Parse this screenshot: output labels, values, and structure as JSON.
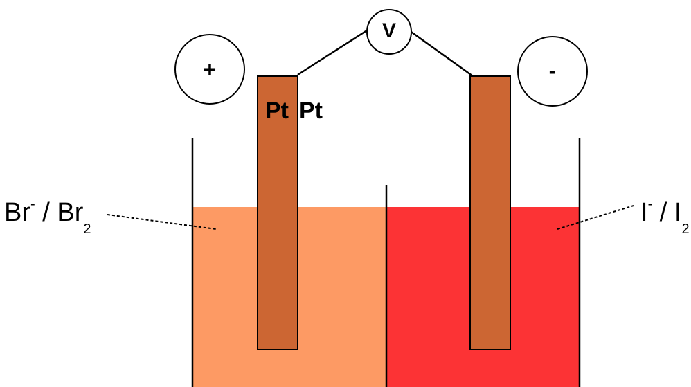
{
  "diagram": {
    "voltmeter": {
      "symbol": "V"
    },
    "terminals": {
      "positive": "+",
      "negative": "-"
    },
    "electrodes": {
      "left": "Pt",
      "right": "Pt"
    },
    "half_cells": {
      "left": {
        "ion": "Br",
        "ion_charge": "-",
        "separator": " / ",
        "species": "Br",
        "species_subscript": "2"
      },
      "right": {
        "ion": "I",
        "ion_charge": "-",
        "separator": " / ",
        "species": "I",
        "species_subscript": "2"
      }
    },
    "colors": {
      "left_solution": "#FD9A64",
      "right_solution": "#FC3335",
      "electrode": "#CC6633",
      "outline": "#000000"
    }
  }
}
